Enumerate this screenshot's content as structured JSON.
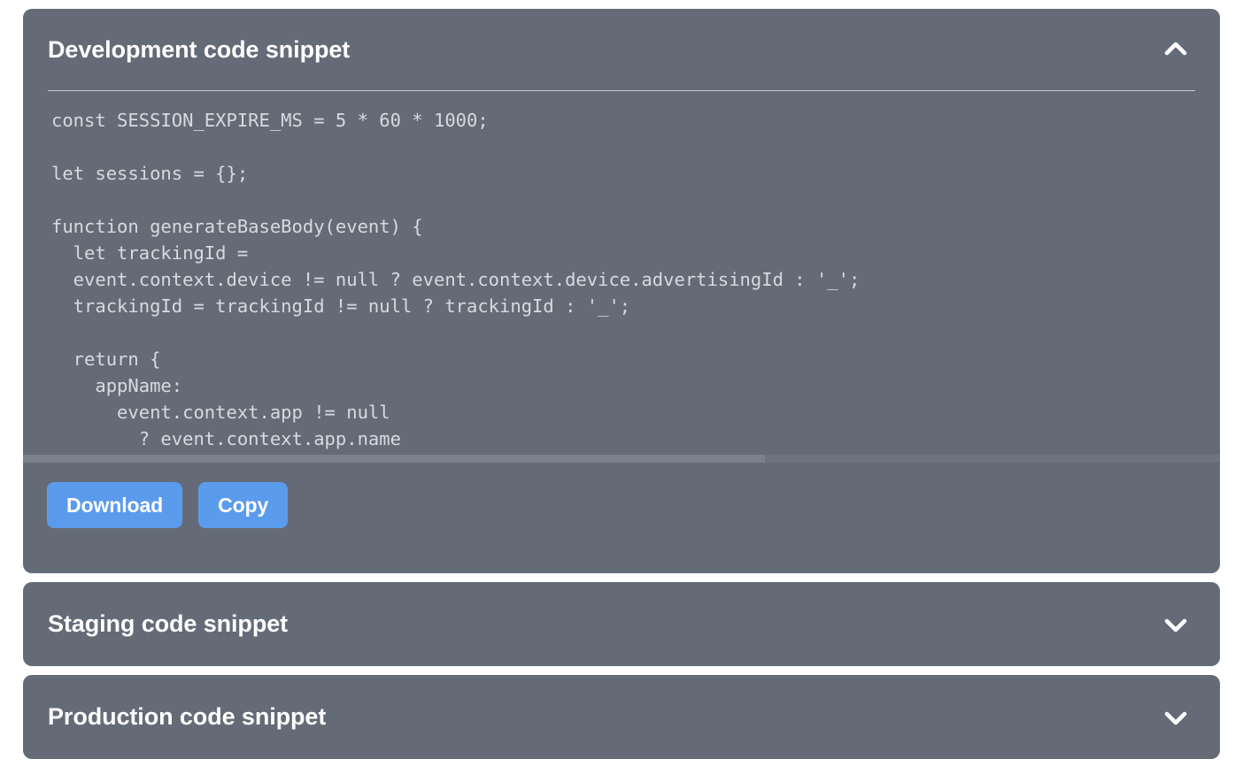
{
  "colors": {
    "panel_bg": "#646b77",
    "page_bg": "#ffffff",
    "button_bg": "#5b9bec",
    "title_text": "#ffffff",
    "code_text": "#d7dadf",
    "divider": "#c9ccd2"
  },
  "panels": [
    {
      "title": "Development code snippet",
      "expanded": true,
      "chevron_icon": "chevron-up-icon",
      "code": "const SESSION_EXPIRE_MS = 5 * 60 * 1000;\n\nlet sessions = {};\n\nfunction generateBaseBody(event) {\n  let trackingId =\n  event.context.device != null ? event.context.device.advertisingId : '_';\n  trackingId = trackingId != null ? trackingId : '_';\n\n  return {\n    appName:\n      event.context.app != null\n        ? event.context.app.name\n        : event.context.page != null ? getAppNameFromUrl(event.context.page.url) :",
      "buttons": [
        {
          "label": "Download",
          "name": "download-button"
        },
        {
          "label": "Copy",
          "name": "copy-button"
        }
      ]
    },
    {
      "title": "Staging code snippet",
      "expanded": false,
      "chevron_icon": "chevron-down-icon"
    },
    {
      "title": "Production code snippet",
      "expanded": false,
      "chevron_icon": "chevron-down-icon"
    }
  ]
}
